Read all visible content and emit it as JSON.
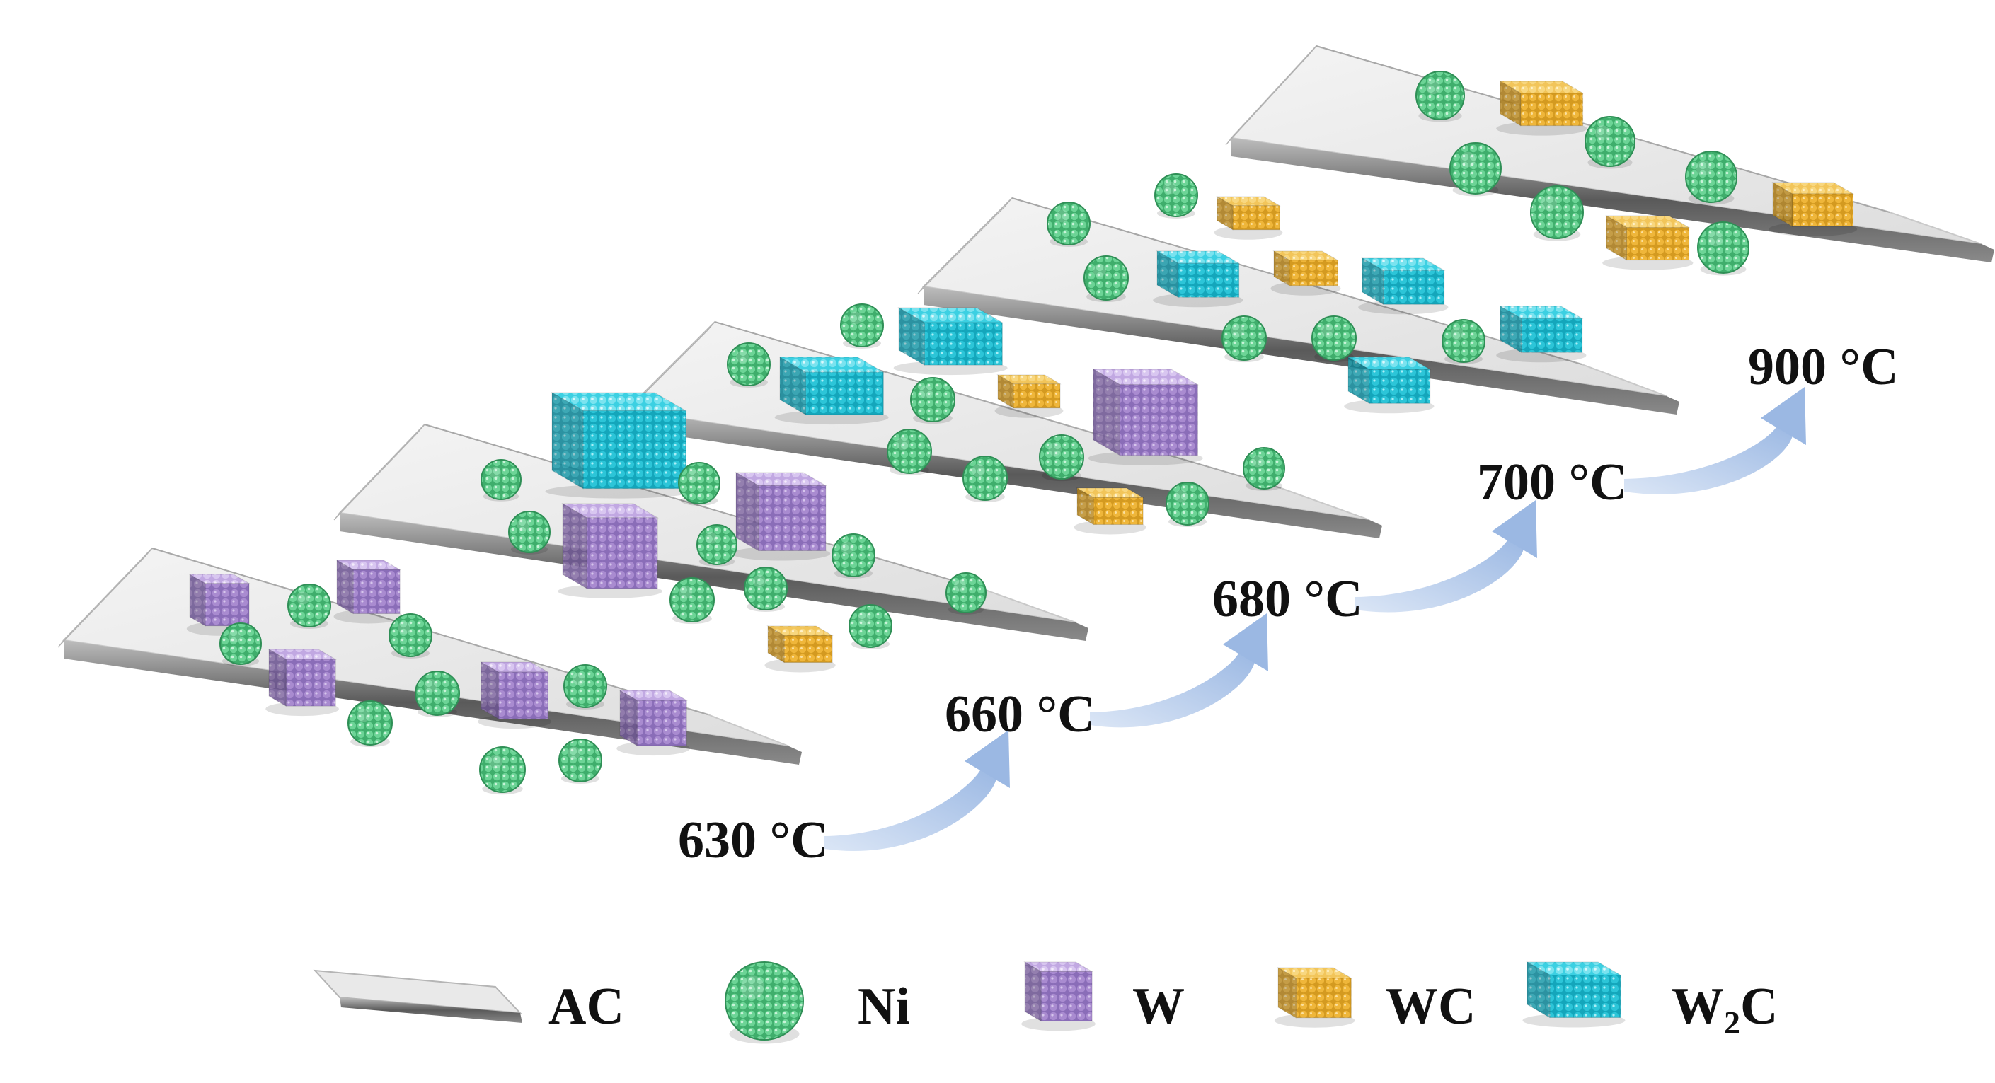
{
  "temperatures": [
    "630 °C",
    "660 °C",
    "680 °C",
    "700 °C",
    "900 °C"
  ],
  "legend": [
    {
      "key": "ac",
      "label": "AC"
    },
    {
      "key": "ni",
      "label": "Ni"
    },
    {
      "key": "w",
      "label": "W"
    },
    {
      "key": "wc",
      "label": "WC"
    },
    {
      "key": "w2c",
      "label": "W",
      "subscript": "2",
      "suffix": "C"
    }
  ],
  "colors": {
    "ni": "#45b877",
    "w": "#a98bd0",
    "wc": "#efb63a",
    "w2c": "#2cc5d8",
    "arrow": "#a9c2e6",
    "text": "#111111"
  }
}
